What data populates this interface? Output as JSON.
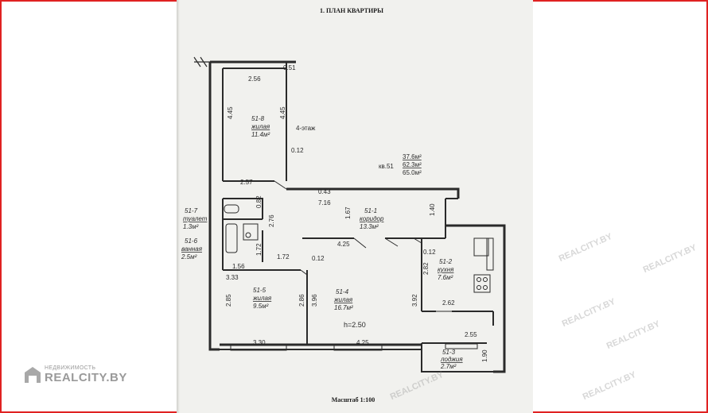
{
  "title": "1. ПЛАН КВАРТИРЫ",
  "scale": "Масштаб 1:100",
  "floor": "4-этаж",
  "apartment": {
    "label": "кв.51",
    "area_living": "37.6м²",
    "area_total": "62.3м²",
    "area_full": "65.0м²"
  },
  "ceiling_height": "h=2.50",
  "rooms": [
    {
      "id": "51-8",
      "name": "жилая",
      "area": "11.4м²"
    },
    {
      "id": "51-1",
      "name": "коридор",
      "area": "13.3м²"
    },
    {
      "id": "51-7",
      "name": "туалет",
      "area": "1.3м²"
    },
    {
      "id": "51-6",
      "name": "ванная",
      "area": "2.5м²"
    },
    {
      "id": "51-5",
      "name": "жилая",
      "area": "9.5м²"
    },
    {
      "id": "51-4",
      "name": "жилая",
      "area": "16.7м²"
    },
    {
      "id": "51-2",
      "name": "кухня",
      "area": "7.6м²"
    },
    {
      "id": "51-3",
      "name": "лоджия",
      "area": "2.7м²"
    }
  ],
  "dimensions": {
    "d051": "0.51",
    "d256": "2.56",
    "d445a": "4.45",
    "d445b": "4.45",
    "d012a": "0.12",
    "d257": "2.57",
    "d043": "0.43",
    "d716": "7.16",
    "d167": "1.67",
    "d140": "1.40",
    "d082": "0.82",
    "d276": "2.76",
    "d172a": "1.72",
    "d156": "1.56",
    "d172b": "1.72",
    "d012b": "0.12",
    "d425a": "4.25",
    "d012c": "0.12",
    "d333": "3.33",
    "d285": "2.85",
    "d286": "2.86",
    "d396": "3.96",
    "d392": "3.92",
    "d282": "2.82",
    "d262": "2.62",
    "d255": "2.55",
    "d190": "1.90",
    "d330": "3.30",
    "d425b": "4.25"
  },
  "watermarks": [
    "REALCITY.BY"
  ],
  "logo": {
    "small": "НЕДВИЖИМОСТЬ",
    "big": "REALCITY.BY"
  }
}
